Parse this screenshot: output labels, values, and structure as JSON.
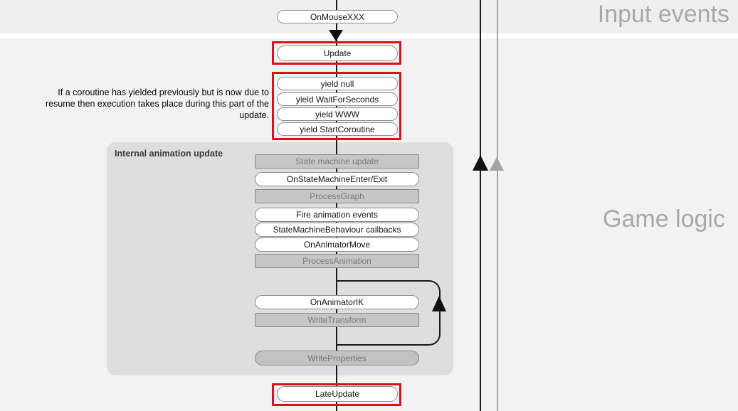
{
  "diagram": {
    "section_labels": {
      "input_events": "Input events",
      "game_logic": "Game logic"
    },
    "flow_nodes": {
      "on_mouse": "OnMouseXXX",
      "update": "Update",
      "late_update": "LateUpdate"
    },
    "yield_nodes": [
      "yield null",
      "yield WaitForSeconds",
      "yield WWW",
      "yield StartCoroutine"
    ],
    "coroutine_note_lines": [
      "If a coroutine has yielded previously but is now due to",
      "resume then execution takes place during this part of the",
      "update."
    ],
    "animation_group": {
      "title": "Internal animation update",
      "nodes": [
        {
          "label": "State machine update",
          "style": "internal"
        },
        {
          "label": "OnStateMachineEnter/Exit",
          "style": "callback"
        },
        {
          "label": "ProcessGraph",
          "style": "internal"
        },
        {
          "label": "Fire animation events",
          "style": "callback"
        },
        {
          "label": "StateMachineBehaviour callbacks",
          "style": "callback"
        },
        {
          "label": "OnAnimatorMove",
          "style": "callback"
        },
        {
          "label": "ProcessAnimation",
          "style": "internal"
        },
        {
          "label": "OnAnimatorIK",
          "style": "callback"
        },
        {
          "label": "WriteTransform",
          "style": "internal"
        },
        {
          "label": "WriteProperties",
          "style": "internal-rounded"
        }
      ]
    },
    "colors": {
      "highlight_red": "#e00e1b",
      "group_fill": "#dedede",
      "internal_box_fill": "#c6c6c6",
      "flow_line": "#1a1a1a",
      "secondary_line": "#a3a3a3",
      "section_label_text": "#a8a8a8",
      "band_top": "#efefef",
      "band_main": "#f2f2f2"
    }
  }
}
